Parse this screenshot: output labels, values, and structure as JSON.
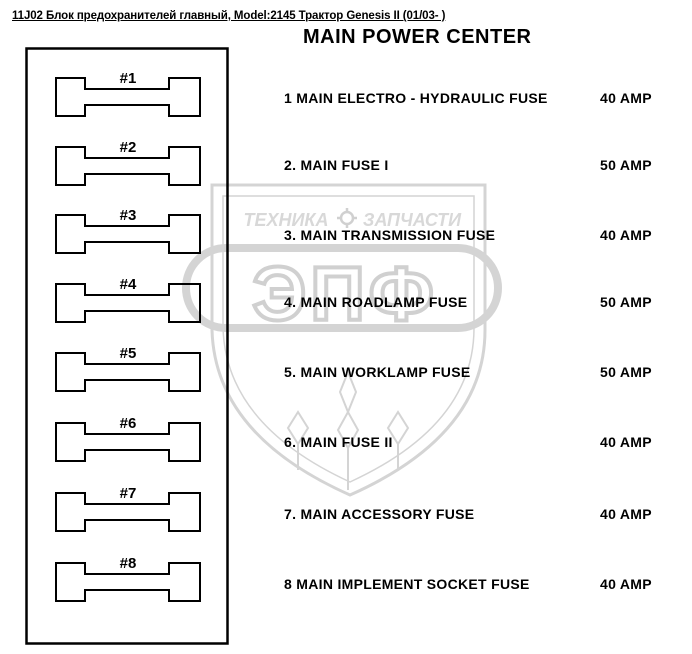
{
  "header_caption": "11J02 Блок предохранителей главный, Model:2145 Трактор Genesis II (01/03- )",
  "title": "MAIN POWER CENTER",
  "watermark": {
    "top_left": "ТЕХНИКА",
    "top_right": "ЗАПЧАСТИ",
    "logo_text": "ЭПФ"
  },
  "fuse_labels": [
    "#1",
    "#2",
    "#3",
    "#4",
    "#5",
    "#6",
    "#7",
    "#8"
  ],
  "fuses": [
    {
      "name": "1  MAIN  ELECTRO - HYDRAULIC FUSE",
      "rating": "40 AMP"
    },
    {
      "name": "2. MAIN FUSE I",
      "rating": "50 AMP"
    },
    {
      "name": "3. MAIN TRANSMISSION FUSE",
      "rating": "40 AMP"
    },
    {
      "name": "4. MAIN ROADLAMP FUSE",
      "rating": "50 AMP"
    },
    {
      "name": "5. MAIN WORKLAMP FUSE",
      "rating": "50 AMP"
    },
    {
      "name": "6. MAIN FUSE II",
      "rating": "40 AMP"
    },
    {
      "name": "7. MAIN ACCESSORY FUSE",
      "rating": "40 AMP"
    },
    {
      "name": "8  MAIN IMPLEMENT SOCKET FUSE",
      "rating": "40 AMP"
    }
  ]
}
